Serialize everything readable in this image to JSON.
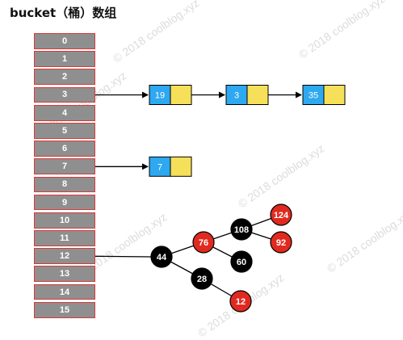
{
  "title": "bucket（桶）数组",
  "watermark": "© 2018 coolblog.xyz",
  "colors": {
    "bucket_fill": "#8f8f8f",
    "bucket_border": "#d73a3a",
    "key_fill": "#2ea8f0",
    "value_fill": "#f6e05a",
    "node_black": "#000000",
    "node_red": "#e02a20",
    "text_light": "#ffffff"
  },
  "buckets": [
    "0",
    "1",
    "2",
    "3",
    "4",
    "5",
    "6",
    "7",
    "8",
    "9",
    "10",
    "11",
    "12",
    "13",
    "14",
    "15"
  ],
  "lists": [
    {
      "bucket": "3",
      "nodes": [
        "19",
        "3",
        "35"
      ]
    },
    {
      "bucket": "7",
      "nodes": [
        "7"
      ]
    }
  ],
  "tree": {
    "bucket": "12",
    "nodes": [
      {
        "id": "44",
        "label": "44",
        "color": "black"
      },
      {
        "id": "76",
        "label": "76",
        "color": "red"
      },
      {
        "id": "108",
        "label": "108",
        "color": "black"
      },
      {
        "id": "124",
        "label": "124",
        "color": "red"
      },
      {
        "id": "92",
        "label": "92",
        "color": "red"
      },
      {
        "id": "60",
        "label": "60",
        "color": "black"
      },
      {
        "id": "28",
        "label": "28",
        "color": "black"
      },
      {
        "id": "12",
        "label": "12",
        "color": "red"
      }
    ],
    "edges": [
      [
        "44",
        "76"
      ],
      [
        "76",
        "108"
      ],
      [
        "108",
        "124"
      ],
      [
        "108",
        "92"
      ],
      [
        "76",
        "60"
      ],
      [
        "44",
        "28"
      ],
      [
        "28",
        "12"
      ]
    ]
  }
}
